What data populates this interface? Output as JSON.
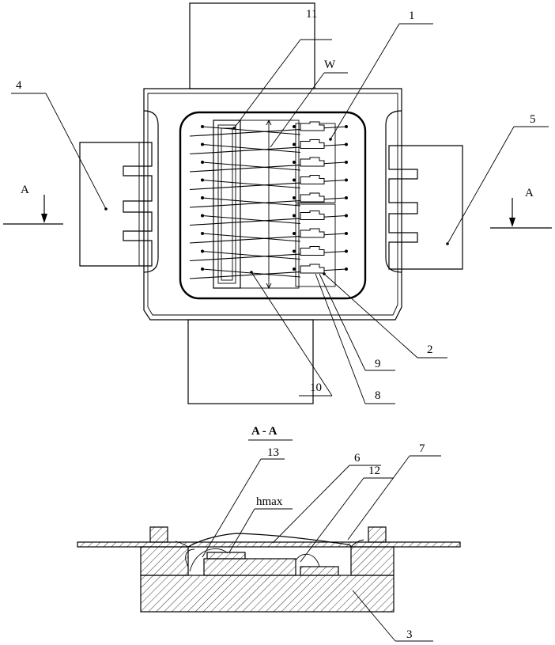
{
  "labels": {
    "n1": "1",
    "n2": "2",
    "n3": "3",
    "n4": "4",
    "n5": "5",
    "n6": "6",
    "n7": "7",
    "n8": "8",
    "n9": "9",
    "n10": "10",
    "n11": "11",
    "n12": "12",
    "n13": "13",
    "w": "W",
    "hmax": "hmax",
    "a_left": "A",
    "a_right": "A"
  },
  "section_title": "A - A",
  "wire_rows": 9
}
